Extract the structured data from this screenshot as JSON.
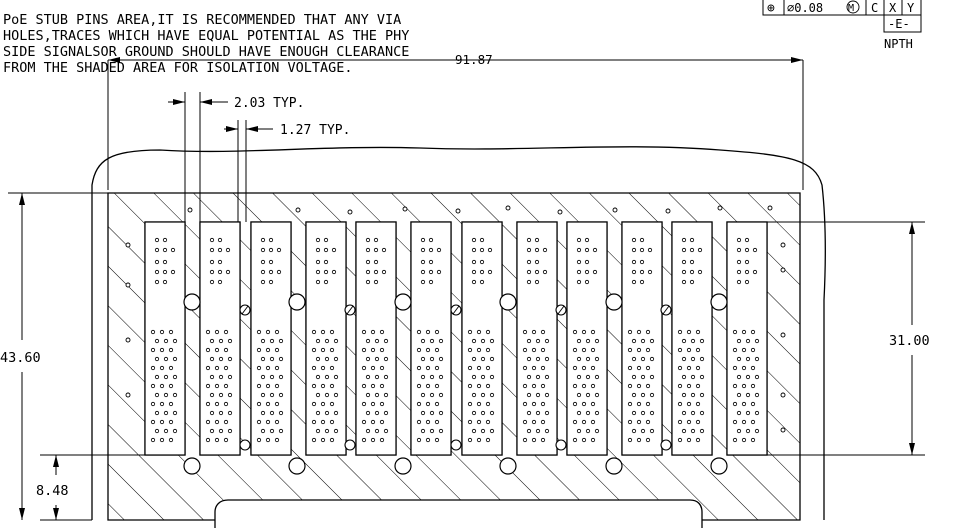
{
  "note": {
    "lines": [
      "PoE STUB PINS AREA,IT IS RECOMMENDED THAT ANY VIA",
      "HOLES,TRACES WHICH HAVE EQUAL POTENTIAL AS THE PHY",
      "SIDE SIGNALSOR GROUND SHOULD HAVE ENOUGH CLEARANCE",
      "FROM THE SHADED AREA FOR ISOLATION VOLTAGE."
    ]
  },
  "gdt_frame": {
    "symbol": "⊕",
    "tolerance": "∅0.08",
    "modifier": "M",
    "datum_1": "C",
    "datum_2": "X",
    "datum_3": "Y",
    "datum_label": "-E-",
    "hole_type": "NPTH"
  },
  "dimensions": {
    "overall_width": "91.87",
    "pin_pitch": "2.03 TYP.",
    "pin_spacing": "1.27 TYP.",
    "overall_height": "43.60",
    "slot_height": "31.00",
    "bottom_offset": "8.48"
  },
  "colors": {
    "line": "#000000",
    "background": "#ffffff"
  }
}
